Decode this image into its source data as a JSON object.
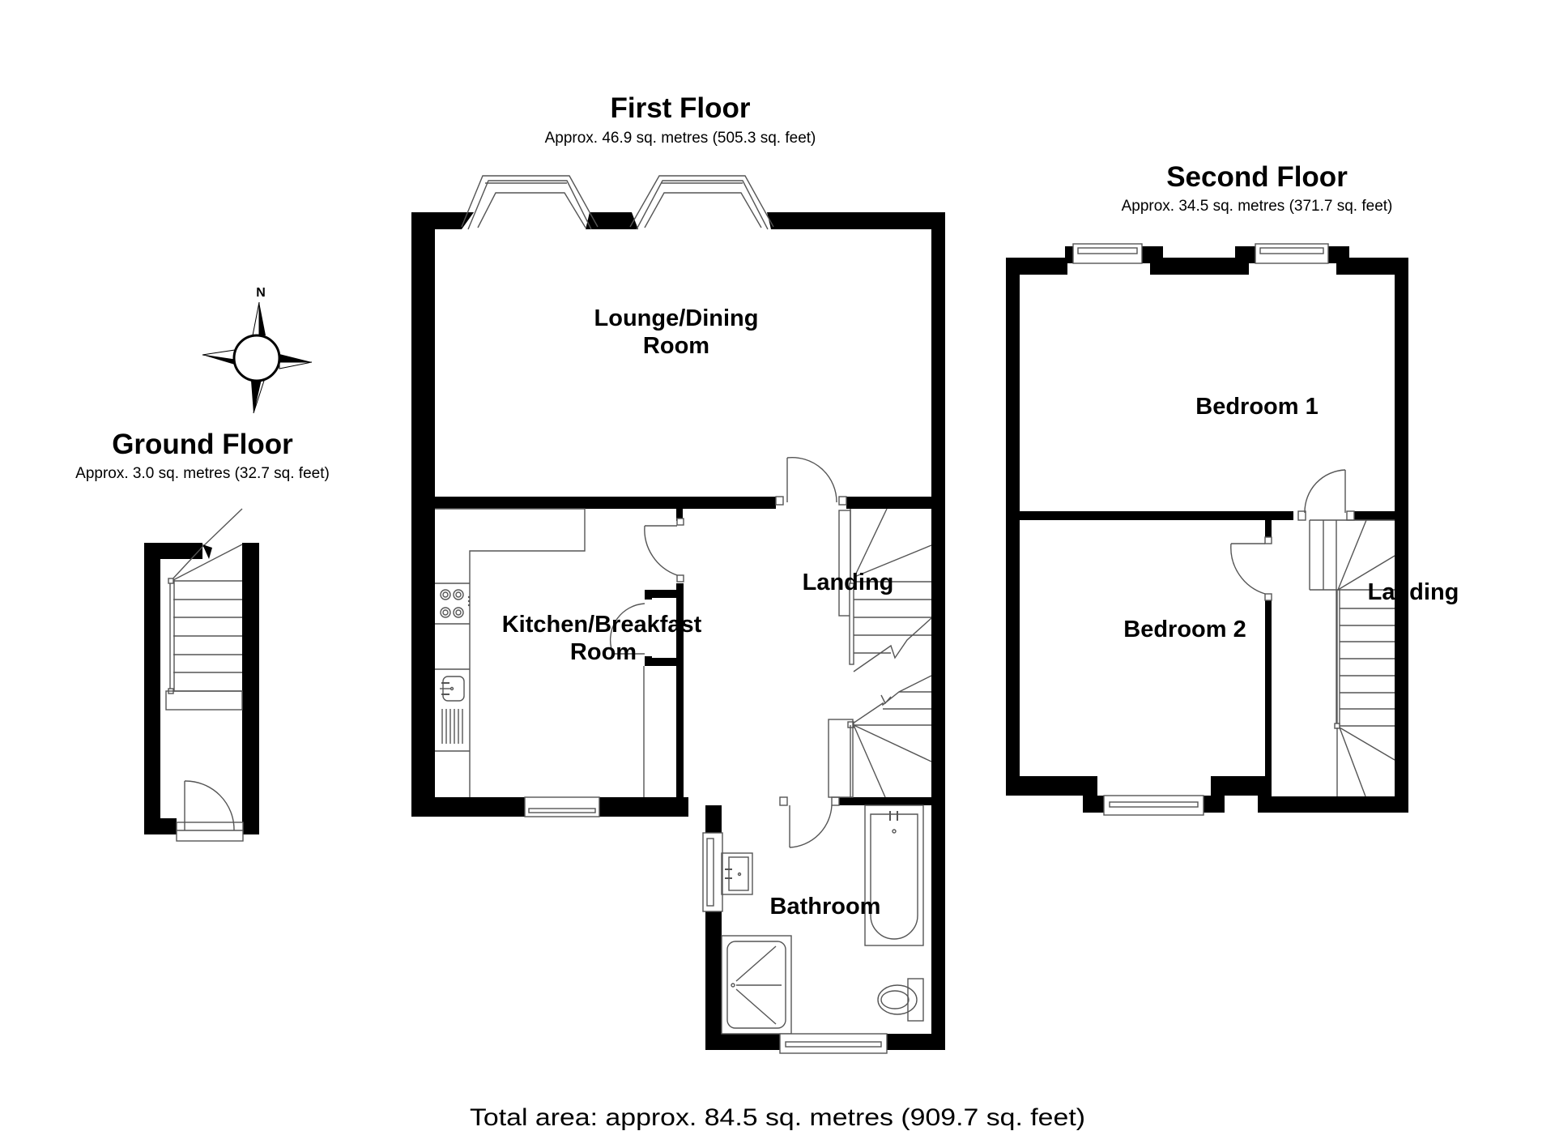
{
  "floors": {
    "ground": {
      "title": "Ground Floor",
      "area": "Approx. 3.0 sq. metres (32.7 sq. feet)"
    },
    "first": {
      "title": "First Floor",
      "area": "Approx. 46.9 sq. metres (505.3 sq. feet)",
      "rooms": {
        "lounge_line1": "Lounge/Dining",
        "lounge_line2": "Room",
        "kitchen_line1": "Kitchen/Breakfast",
        "kitchen_line2": "Room",
        "landing": "Landing",
        "bathroom": "Bathroom"
      }
    },
    "second": {
      "title": "Second Floor",
      "area": "Approx. 34.5 sq. metres (371.7 sq. feet)",
      "rooms": {
        "bedroom1": "Bedroom 1",
        "bedroom2": "Bedroom 2",
        "landing": "Landing"
      }
    }
  },
  "compass": {
    "north_label": "N",
    "icon": "compass-rose-icon"
  },
  "total_area": "Total area: approx. 84.5 sq. metres (909.7 sq. feet)",
  "colors": {
    "wall": "#000000",
    "line": "#555555",
    "background": "#ffffff"
  }
}
